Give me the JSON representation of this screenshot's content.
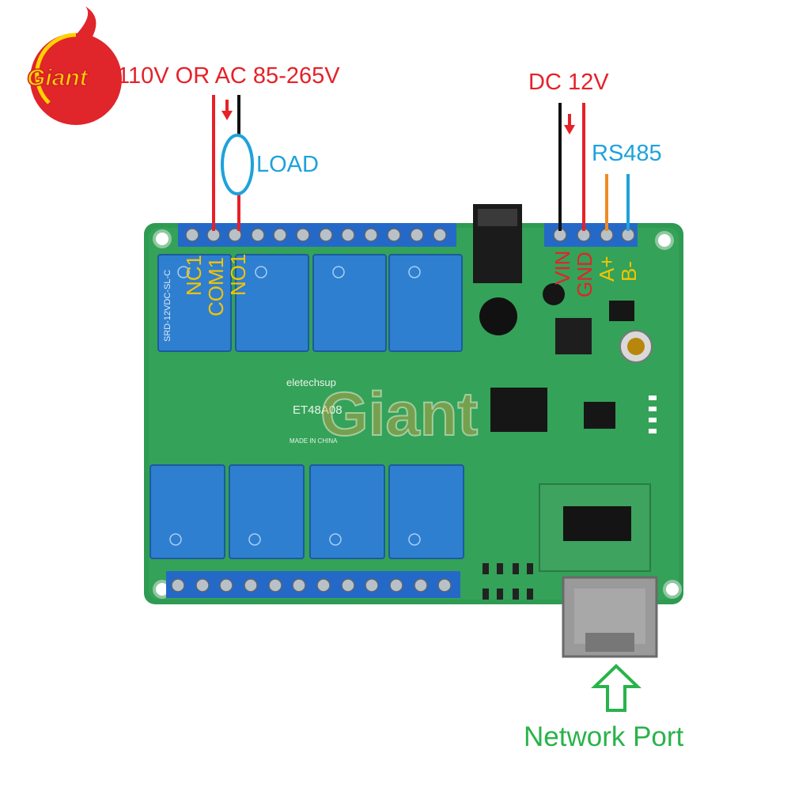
{
  "labels": {
    "ac_supply": "110V OR AC 85-265V",
    "dc_supply": "DC 12V",
    "load": "LOAD",
    "rs485": "RS485",
    "network_port": "Network Port"
  },
  "pin_labels": {
    "nc1": "NC1",
    "com1": "COM1",
    "no1": "NO1",
    "vin": "VIN",
    "gnd": "GND",
    "a_plus": "A+",
    "b_minus": "B-"
  },
  "silkscreen": {
    "brand": "eletechsup",
    "model": "ET48A08",
    "made_in": "MADE IN CHINA",
    "relay_marking": "SRD-12VDC-SL-C"
  },
  "branding": {
    "logo_text": "Giant",
    "watermark_text": "Giant"
  },
  "colors": {
    "red": "#e62129",
    "blue": "#1ea2dc",
    "green": "#29b34a",
    "yellow": "#f5c400",
    "orange": "#f08a24",
    "pcb": "#2e9a52"
  }
}
